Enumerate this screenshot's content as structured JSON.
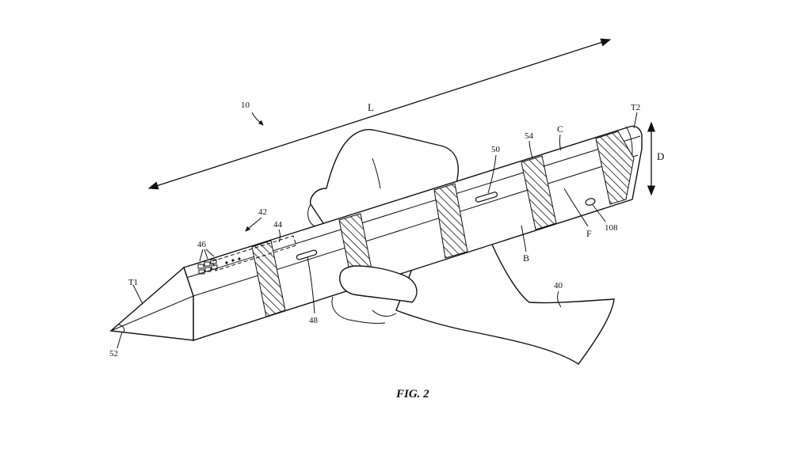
{
  "figure": {
    "caption": "FIG. 2",
    "labels": {
      "device": "10",
      "length": "L",
      "diameter": "D",
      "tip_one": "T1",
      "tip_two": "T2",
      "tip_ref": "52",
      "sensor_region": "42",
      "window": "44",
      "contacts": "46",
      "button_front": "48",
      "button_rear": "50",
      "band": "54",
      "face_c": "C",
      "face_f": "F",
      "face_b": "B",
      "port": "108",
      "hand": "40"
    }
  }
}
